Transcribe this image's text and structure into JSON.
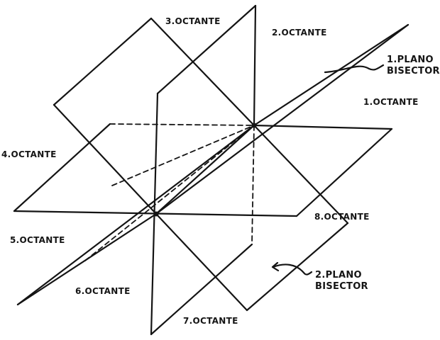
{
  "diagram": {
    "octants": {
      "o1": "1.OCTANTE",
      "o2": "2.OCTANTE",
      "o3": "3.OCTANTE",
      "o4": "4.OCTANTE",
      "o5": "5.OCTANTE",
      "o6": "6.OCTANTE",
      "o7": "7.OCTANTE",
      "o8": "8.OCTANTE"
    },
    "bisectors": {
      "first": "1.PLANO\nBISECTOR",
      "second": "2.PLANO\nBISECTOR"
    }
  }
}
